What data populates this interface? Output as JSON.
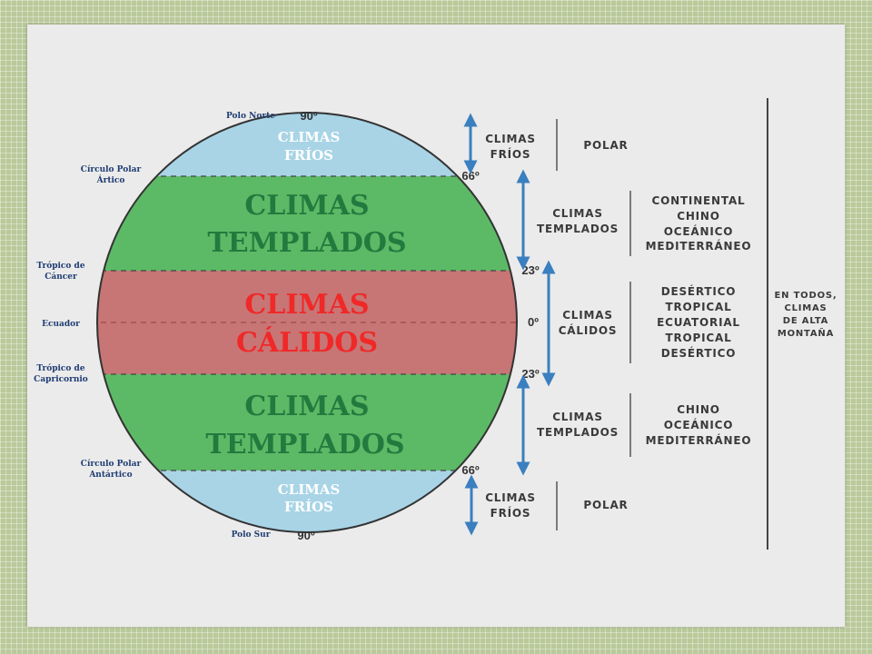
{
  "globe": {
    "bands": {
      "cold_top": {
        "line1": "CLIMAS",
        "line2": "FRÍOS"
      },
      "temperate_top": {
        "line1": "CLIMAS",
        "line2": "TEMPLADOS"
      },
      "warm": {
        "line1": "CLIMAS",
        "line2": "CÁLIDOS"
      },
      "temperate_bottom": {
        "line1": "CLIMAS",
        "line2": "TEMPLADOS"
      },
      "cold_bottom": {
        "line1": "CLIMAS",
        "line2": "FRÍOS"
      }
    },
    "colors": {
      "cold": "#a8d4e6",
      "temperate": "#5cba66",
      "warm": "#c87575",
      "temperate_text": "#237a3e",
      "warm_text": "#f02828",
      "cold_text": "#ffffff",
      "arrow": "#3a7fbf"
    }
  },
  "geo_labels": {
    "north_pole": "Polo Norte",
    "arctic_circle_1": "Círculo Polar",
    "arctic_circle_2": "Ártico",
    "cancer_1": "Trópico de",
    "cancer_2": "Cáncer",
    "equator": "Ecuador",
    "capricorn_1": "Trópico de",
    "capricorn_2": "Capricornio",
    "antarctic_circle_1": "Círculo Polar",
    "antarctic_circle_2": "Antártico",
    "south_pole": "Polo Sur"
  },
  "latitudes": {
    "north_90": "90º",
    "north_66": "66º",
    "north_23": "23º",
    "equator_0": "0º",
    "south_23": "23º",
    "south_66": "66º",
    "south_90": "90º"
  },
  "zones": [
    {
      "label1": "CLIMAS",
      "label2": "FRÍOS",
      "types": [
        "POLAR"
      ]
    },
    {
      "label1": "CLIMAS",
      "label2": "TEMPLADOS",
      "types": [
        "CONTINENTAL",
        "CHINO",
        "OCEÁNICO",
        "MEDITERRÁNEO"
      ]
    },
    {
      "label1": "CLIMAS",
      "label2": "CÁLIDOS",
      "types": [
        "DESÉRTICO",
        "TROPICAL",
        "ECUATORIAL",
        "TROPICAL",
        "DESÉRTICO"
      ]
    },
    {
      "label1": "CLIMAS",
      "label2": "TEMPLADOS",
      "types": [
        "CHINO",
        "OCEÁNICO",
        "MEDITERRÁNEO"
      ]
    },
    {
      "label1": "CLIMAS",
      "label2": "FRÍOS",
      "types": [
        "POLAR"
      ]
    }
  ],
  "mountain": {
    "line1": "EN TODOS,",
    "line2": "CLIMAS",
    "line3": "DE ALTA",
    "line4": "MONTAÑA"
  }
}
